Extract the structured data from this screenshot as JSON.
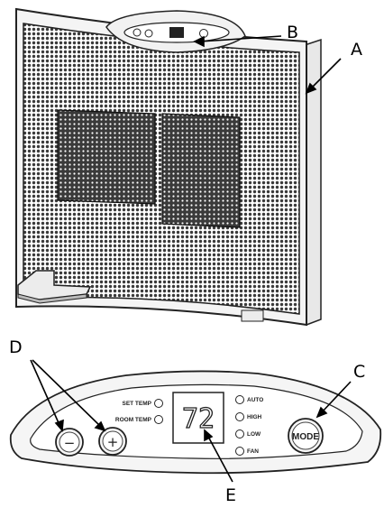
{
  "callouts": {
    "a": "A",
    "b": "B",
    "c": "C",
    "d": "D",
    "e": "E"
  },
  "panel": {
    "display_value": "72",
    "left_indicators": [
      "SET TEMP",
      "ROOM TEMP"
    ],
    "right_indicators": [
      "AUTO",
      "HIGH",
      "LOW",
      "FAN"
    ],
    "mode_label": "MODE",
    "minus_symbol": "−",
    "plus_symbol": "+"
  },
  "icons": {
    "minus_button": "minus-icon",
    "plus_button": "plus-icon"
  }
}
